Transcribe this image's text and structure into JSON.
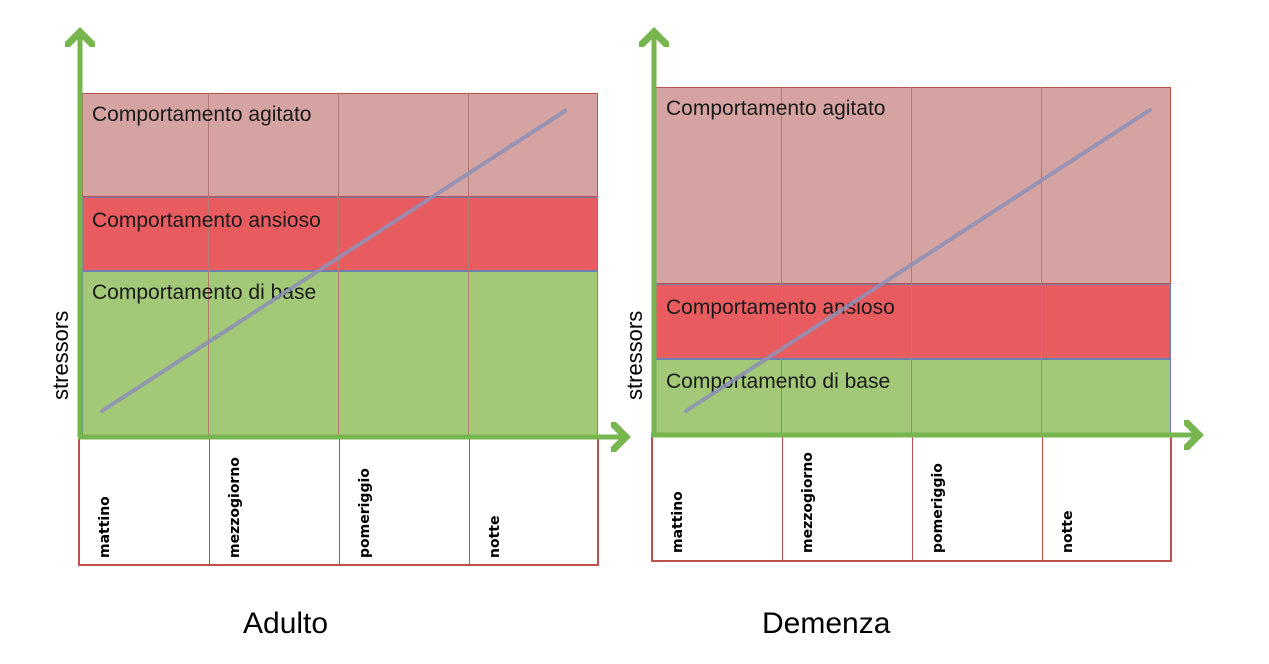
{
  "panels": [
    {
      "caption": "Adulto",
      "y_axis_label": "stressors",
      "bands": {
        "agitated": "Comportamento agitato",
        "anxious": "Comportamento ansioso",
        "baseline": "Comportamento di base"
      },
      "categories": [
        "mattino",
        "mezzogiorno",
        "pomeriggio",
        "notte"
      ]
    },
    {
      "caption": "Demenza",
      "y_axis_label": "stressors",
      "bands": {
        "agitated": "Comportamento agitato",
        "anxious": "Comportamento ansioso",
        "baseline": "Comportamento di base"
      },
      "categories": [
        "mattino",
        "mezzogiorno",
        "pomeriggio",
        "notte"
      ]
    }
  ],
  "colors": {
    "agitated_band": "#d4a3a2",
    "anxious_band": "#e85c5f",
    "baseline_band": "#a2c878",
    "axis": "#77b54f",
    "trend_line": "#8d8fb7",
    "border": "#c0504d"
  }
}
